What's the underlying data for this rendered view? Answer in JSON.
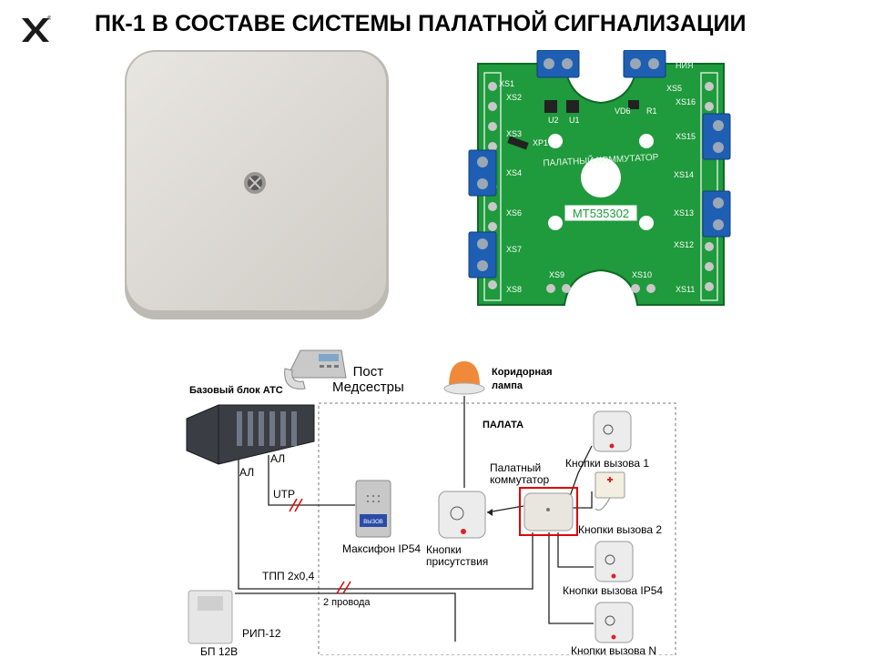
{
  "title": "ПК-1 В СОСТАВЕ СИСТЕМЫ ПАЛАТНОЙ СИГНАЛИЗАЦИИ",
  "logo": {
    "icon": "mt-logo-icon",
    "mark": "®",
    "color": "#1a1a1a"
  },
  "pcb": {
    "board_color": "#1f9a3c",
    "terminal_color": "#1e5fb3",
    "silkscreen": "ПАЛАТНЫЙ КОММУТАТОР",
    "part_number": "МТ535302",
    "connectors": [
      "XS1",
      "XS2",
      "XS3",
      "XS4",
      "XS5",
      "XS6",
      "XS7",
      "XS8",
      "XS9",
      "XS10",
      "XS11",
      "XS12",
      "XS13",
      "XS14",
      "XS15",
      "XS16"
    ],
    "components": [
      "XP1",
      "U2",
      "U1",
      "VD6",
      "R1"
    ],
    "partial_text": "НИЯ"
  },
  "diagram": {
    "post_label": "Пост\nМедсестры",
    "ats_label": "Базовый блок АТС",
    "lamp_label": "Коридорная\nлампа",
    "ward_label": "ПАЛАТА",
    "al_left": "АЛ",
    "al_right": "АЛ",
    "utp_label": "UTP",
    "intercom_label": "Максифон IP54",
    "intercom_button_text": "ВЫЗОВ",
    "presence_label": "Кнопки\nприсутствия",
    "switch_label": "Палатный\nкоммутатор",
    "tpp_label": "ТПП 2х0,4",
    "two_wires_label": "2 провода",
    "rip_label": "РИП-12",
    "bp_label": "БП 12В",
    "call_buttons": [
      "Кнопки вызова 1",
      "Кнопки вызова 2",
      "Кнопки вызова IP54",
      "Кнопки вызова N"
    ],
    "highlight_color": "#e00000",
    "line_color": "#222222"
  }
}
